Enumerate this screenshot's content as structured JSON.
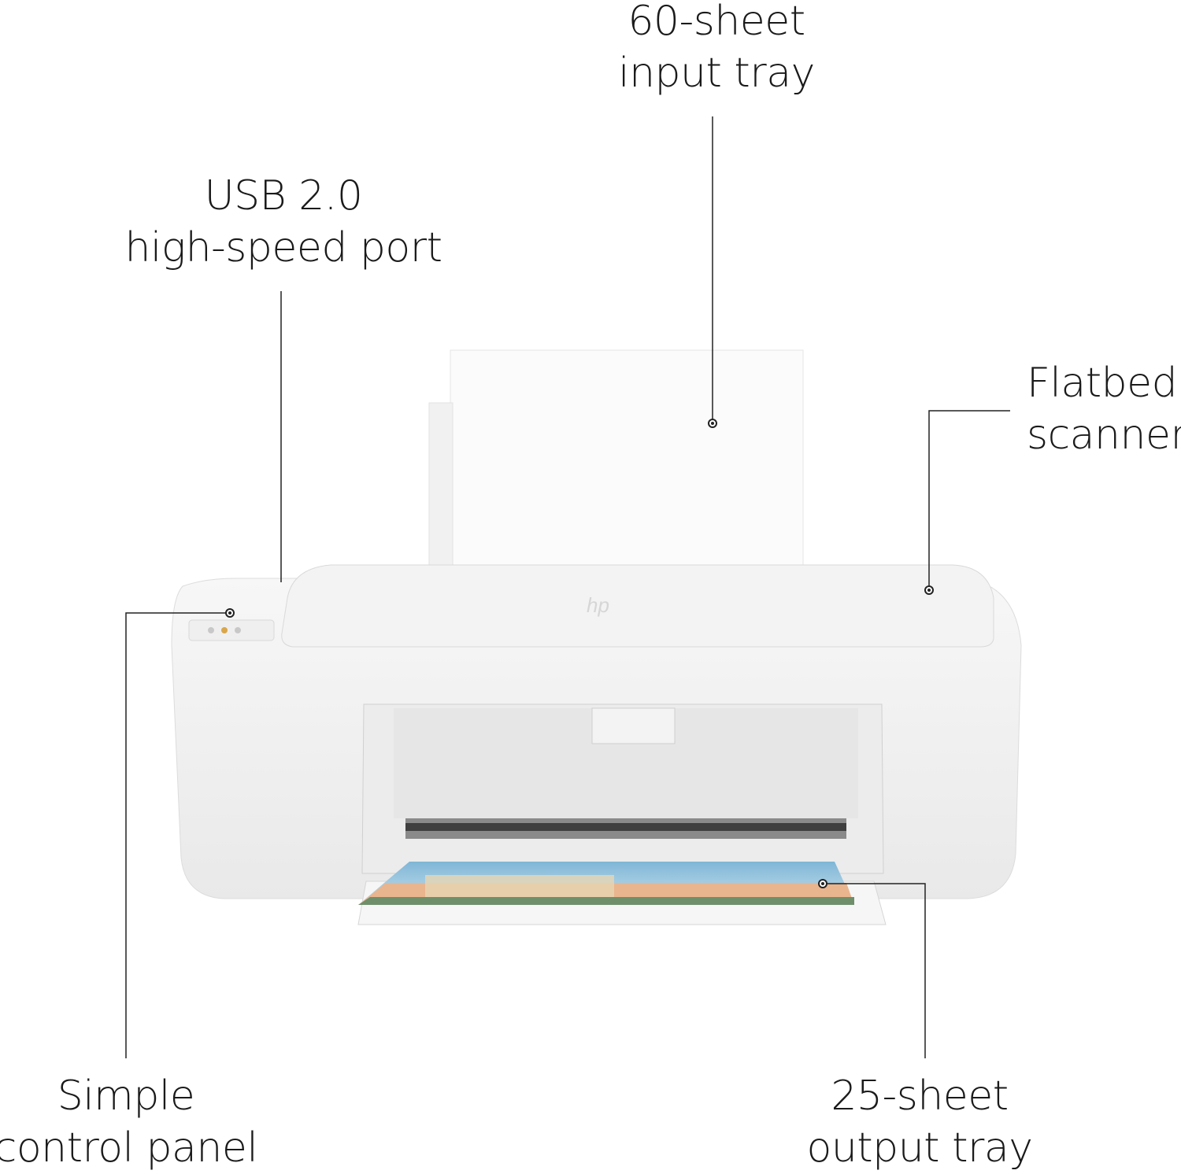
{
  "callouts": {
    "input_tray": {
      "line1": "60-sheet",
      "line2": "input tray"
    },
    "usb_port": {
      "line1": "USB 2.0",
      "line2": "high-speed port"
    },
    "scanner": {
      "line1": "Flatbed",
      "line2": "scanner"
    },
    "control_panel": {
      "line1": "Simple",
      "line2": "control panel"
    },
    "output_tray": {
      "line1": "25-sheet",
      "line2": "output tray"
    }
  },
  "product": {
    "logo": "hp",
    "color": "#f4f4f4"
  },
  "colors": {
    "text": "#1a1a1a",
    "leader_line": "#222222"
  }
}
